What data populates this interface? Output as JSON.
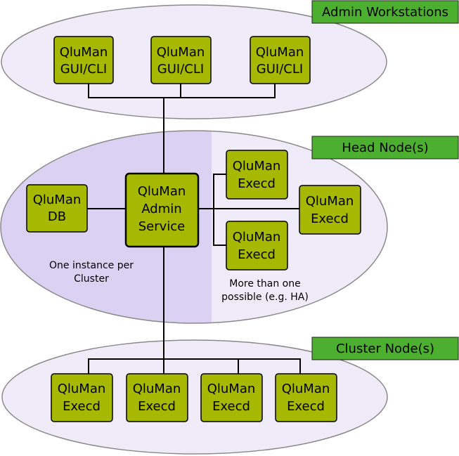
{
  "colors": {
    "ellipse_fill": "#efebf8",
    "ellipse_stroke": "#8a8a8a",
    "head_left_fill": "#dbd1f2",
    "component_fill": "#a6b800",
    "tag_fill": "#4caf2f",
    "line": "#000000"
  },
  "tags": {
    "admin": "Admin Workstations",
    "head": "Head Node(s)",
    "cluster": "Cluster Node(s)"
  },
  "admin_workstations": [
    {
      "line1": "QluMan",
      "line2": "GUI/CLI"
    },
    {
      "line1": "QluMan",
      "line2": "GUI/CLI"
    },
    {
      "line1": "QluMan",
      "line2": "GUI/CLI"
    }
  ],
  "head": {
    "db": {
      "line1": "QluMan",
      "line2": "DB"
    },
    "admin_service": {
      "line1": "QluMan",
      "line2": "Admin",
      "line3": "Service"
    },
    "execds": [
      {
        "line1": "QluMan",
        "line2": "Execd"
      },
      {
        "line1": "QluMan",
        "line2": "Execd"
      },
      {
        "line1": "QluMan",
        "line2": "Execd"
      }
    ],
    "note_left": {
      "line1": "One instance per",
      "line2": "Cluster"
    },
    "note_right": {
      "line1": "More than one",
      "line2": "possible (e.g. HA)"
    }
  },
  "cluster_nodes": [
    {
      "line1": "QluMan",
      "line2": "Execd"
    },
    {
      "line1": "QluMan",
      "line2": "Execd"
    },
    {
      "line1": "QluMan",
      "line2": "Execd"
    },
    {
      "line1": "QluMan",
      "line2": "Execd"
    }
  ]
}
